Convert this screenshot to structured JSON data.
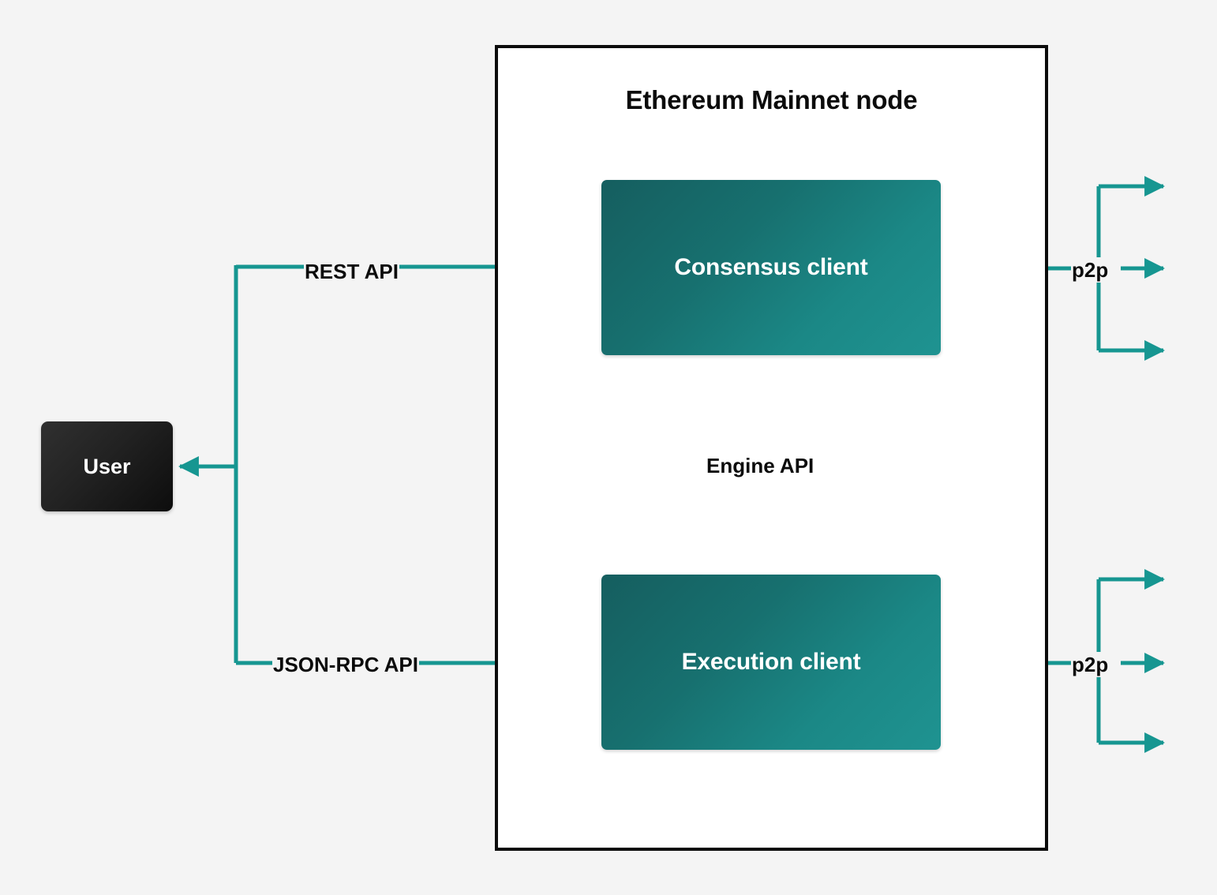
{
  "diagram": {
    "title": "Ethereum Mainnet node",
    "background_color": "#f4f4f4",
    "container_fill": "#ffffff",
    "container_border_color": "#0c0c0c",
    "connector_color": "#169691",
    "client_gradient_from": "#155e5f",
    "client_gradient_to": "#1f9391",
    "user_fill": "#1a1a1a",
    "nodes": {
      "user": {
        "label": "User"
      },
      "consensus": {
        "label": "Consensus client"
      },
      "execution": {
        "label": "Execution client"
      }
    },
    "edges": {
      "rest_api": {
        "label": "REST API"
      },
      "json_rpc_api": {
        "label": "JSON-RPC API"
      },
      "engine_api": {
        "label": "Engine API"
      },
      "p2p_consensus": {
        "label": "p2p"
      },
      "p2p_execution": {
        "label": "p2p"
      }
    }
  }
}
